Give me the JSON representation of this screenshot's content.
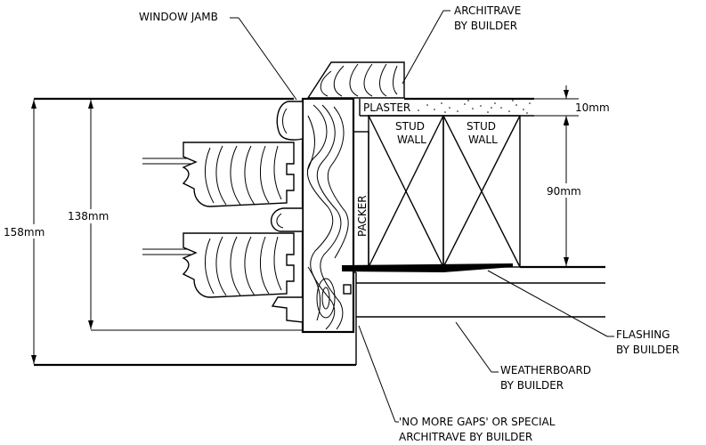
{
  "labels": {
    "window_jamb": "WINDOW JAMB",
    "architrave_top_1": "ARCHITRAVE",
    "architrave_top_2": "BY BUILDER",
    "plaster": "PLASTER",
    "stud_1": "STUD",
    "stud_wall_1": "WALL",
    "stud_2": "STUD",
    "stud_wall_2": "WALL",
    "packer": "PACKER",
    "flashing_1": "FLASHING",
    "flashing_2": "BY BUILDER",
    "weatherboard_1": "WEATHERBOARD",
    "weatherboard_2": "BY BUILDER",
    "gaps_1": "'NO MORE GAPS' OR SPECIAL",
    "gaps_2": "ARCHITRAVE BY BUILDER"
  },
  "dimensions": {
    "plaster_thickness": "10mm",
    "stud_depth": "90mm",
    "inner_height": "138mm",
    "overall_height": "158mm"
  }
}
